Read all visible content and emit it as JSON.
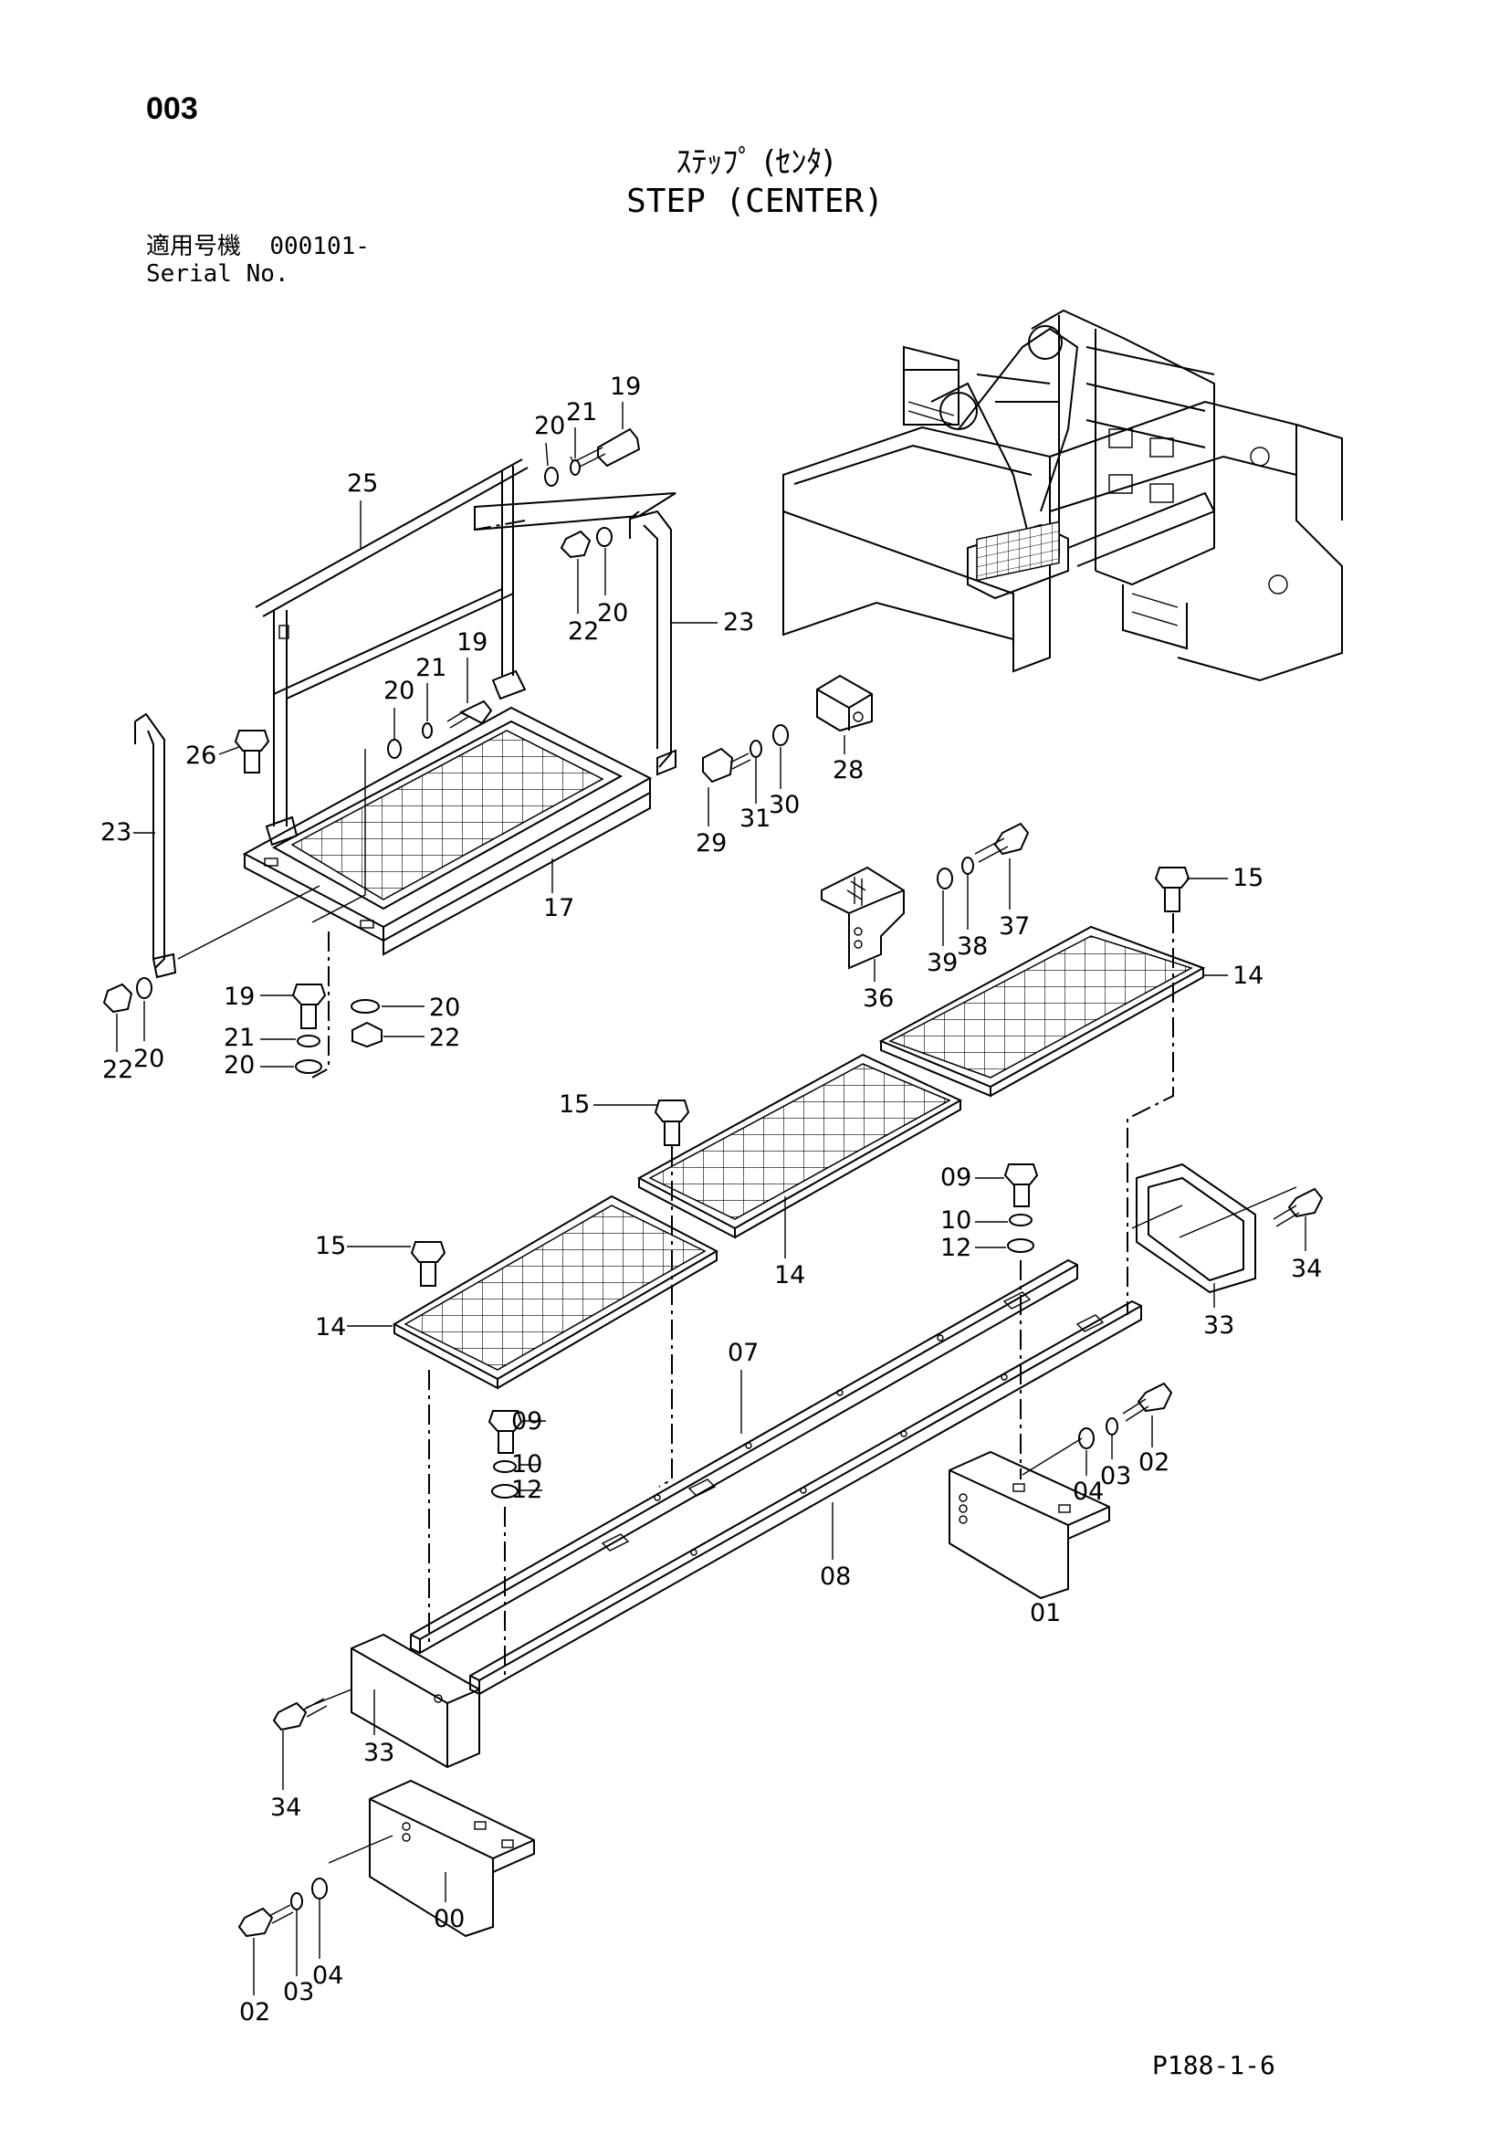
{
  "header": {
    "page_number": "003",
    "title_jp": "ｽﾃｯﾌﾟ (ｾﾝﾀ)",
    "title_en": "STEP (CENTER)",
    "serial_label_jp": "適用号機",
    "serial_value": "000101-",
    "serial_label_en": "Serial No."
  },
  "footer": {
    "page_code": "P188-1-6"
  },
  "callouts": {
    "c19a": "19",
    "c20a": "20",
    "c21a": "21",
    "c25": "25",
    "c22a": "22",
    "c20b": "20",
    "c23a": "23",
    "c20c": "20",
    "c21b": "21",
    "c19b": "19",
    "c26": "26",
    "c28": "28",
    "c29": "29",
    "c31": "31",
    "c30": "30",
    "c23b": "23",
    "c17": "17",
    "c37": "37",
    "c15a": "15",
    "c14a": "14",
    "c36": "36",
    "c39": "39",
    "c38": "38",
    "c19c": "19",
    "c21c": "21",
    "c20d": "20",
    "c20e": "20",
    "c22b": "22",
    "c22c": "22",
    "c20f": "20",
    "c15b": "15",
    "c14b": "14",
    "c09a": "09",
    "c10a": "10",
    "c12a": "12",
    "c15c": "15",
    "c14c": "14",
    "c34a": "34",
    "c33a": "33",
    "c07": "07",
    "c09b": "09",
    "c10b": "10",
    "c12b": "12",
    "c02a": "02",
    "c04a": "04",
    "c03a": "03",
    "c08": "08",
    "c01": "01",
    "c33b": "33",
    "c34b": "34",
    "c00": "00",
    "c02b": "02",
    "c03b": "03",
    "c04b": "04"
  }
}
